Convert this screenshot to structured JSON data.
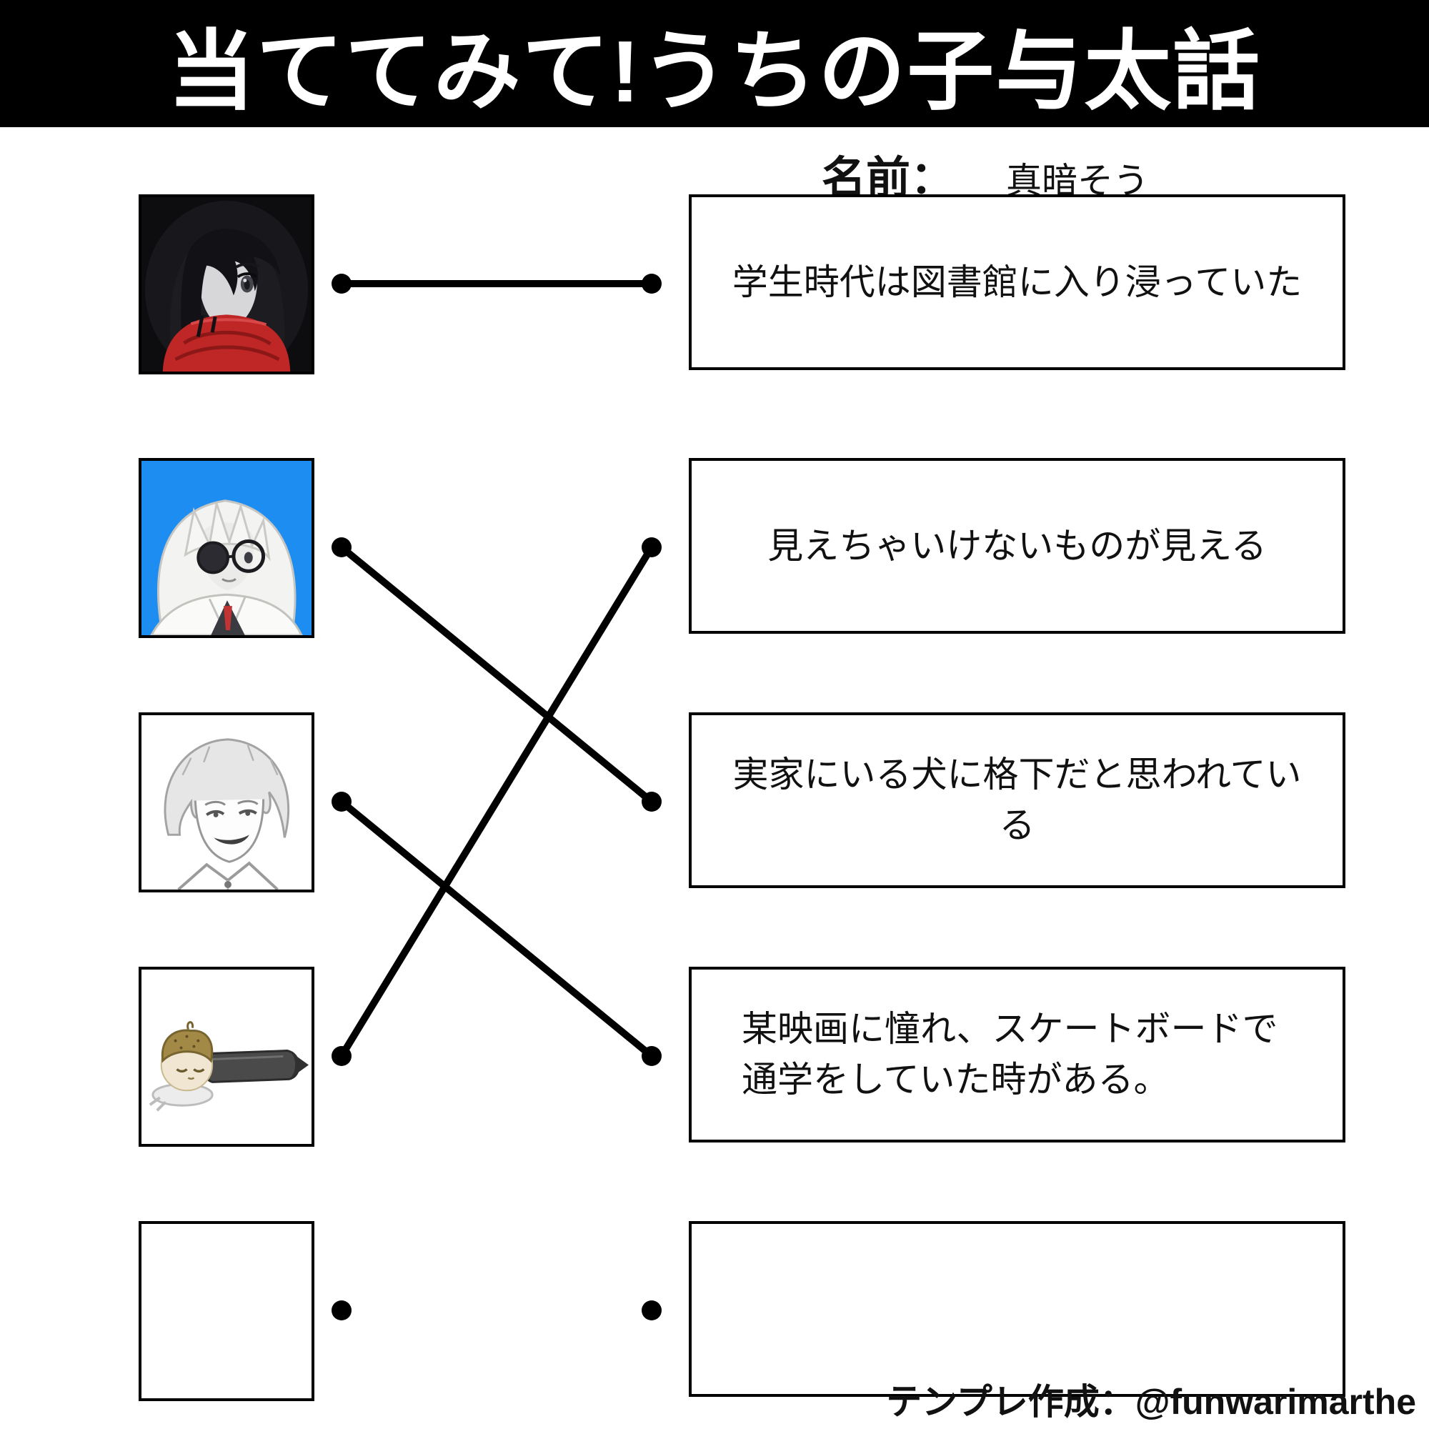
{
  "header": {
    "title": "当ててみて!うちの子与太話",
    "bg": "#000000",
    "text_color": "#ffffff"
  },
  "name_field": {
    "label": "名前：",
    "value": "真暗そう"
  },
  "characters": [
    {
      "index": 1,
      "icon": "portrait-black-hair-red-scarf-icon"
    },
    {
      "index": 2,
      "icon": "portrait-white-hair-labcoat-blue-icon"
    },
    {
      "index": 3,
      "icon": "portrait-sketch-smirk-icon"
    },
    {
      "index": 4,
      "icon": "portrait-chibi-lying-icon"
    },
    {
      "index": 5,
      "icon": "empty-frame"
    }
  ],
  "stories": [
    {
      "text": "学生時代は図書館に入り浸っていた"
    },
    {
      "text": "見えちゃいけないものが見える"
    },
    {
      "text": "実家にいる犬に格下だと思われている"
    },
    {
      "text": "某映画に憧れ、スケートボードで\n通学をしていた時がある。"
    },
    {
      "text": ""
    }
  ],
  "connections": [
    {
      "from_character": 0,
      "to_story": 0
    },
    {
      "from_character": 1,
      "to_story": 2
    },
    {
      "from_character": 2,
      "to_story": 3
    },
    {
      "from_character": 3,
      "to_story": 1
    }
  ],
  "line_color": "#000000",
  "accent_colors": {
    "scarf_red": "#bf2626",
    "portrait2_bg": "#1d8df2",
    "tie_red": "#c03434"
  },
  "footer": {
    "credit": "テンプレ作成：@funwarimarthe"
  }
}
